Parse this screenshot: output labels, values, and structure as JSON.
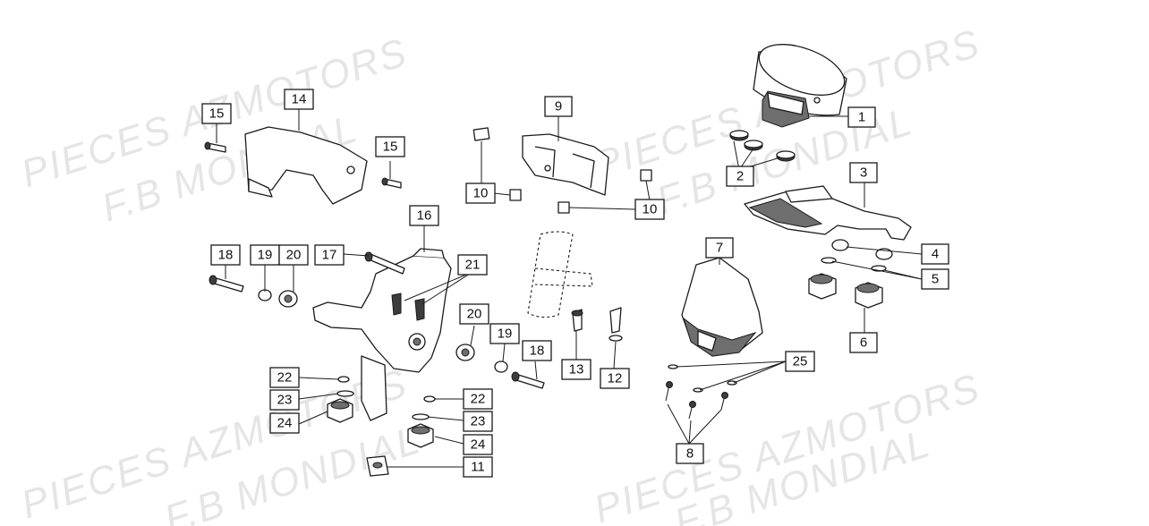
{
  "watermarks": [
    "PIECES AZMOTORS",
    "F.B MONDIAL"
  ],
  "callouts": [
    "1",
    "2",
    "3",
    "4",
    "5",
    "6",
    "7",
    "8",
    "9",
    "10",
    "10",
    "11",
    "12",
    "13",
    "14",
    "15",
    "15",
    "16",
    "17",
    "18",
    "18",
    "19",
    "19",
    "20",
    "20",
    "21",
    "22",
    "22",
    "23",
    "23",
    "24",
    "24",
    "25"
  ],
  "colors": {
    "line": "#1a1a1a",
    "watermark": "#d0d0d0",
    "shade": "#6e6e6e",
    "background": "#ffffff"
  }
}
